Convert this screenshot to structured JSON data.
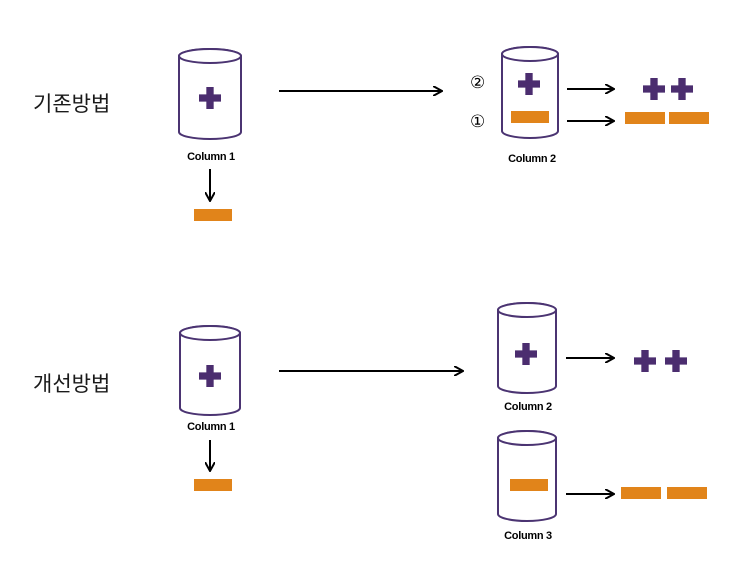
{
  "colors": {
    "plus": "#4b2d6f",
    "minus": "#e1841a",
    "cylinder_stroke": "#4b3472",
    "arrow": "#000000"
  },
  "existing_method": {
    "label": "기존방법",
    "column1_label": "Column 1",
    "column2_label": "Column 2",
    "step1_marker": "①",
    "step2_marker": "②"
  },
  "improved_method": {
    "label": "개선방법",
    "column1_label": "Column 1",
    "column2_label": "Column 2",
    "column3_label": "Column 3"
  }
}
